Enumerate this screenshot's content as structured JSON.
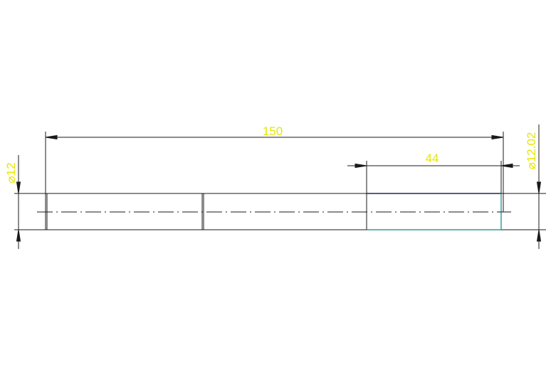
{
  "colors": {
    "background": "#ffffff",
    "geometry": "#1a1a1a",
    "center_line": "#1a1a1a",
    "dimension_line": "#1a1a1a",
    "dimension_text": "#e6e600",
    "highlight_edge": "#008b8b",
    "highlight_top": "#1c2a5c"
  },
  "dimensions": {
    "overall_length": "150",
    "segment_length": "44",
    "left_diameter": "⌀12",
    "right_diameter": "⌀12.02"
  }
}
